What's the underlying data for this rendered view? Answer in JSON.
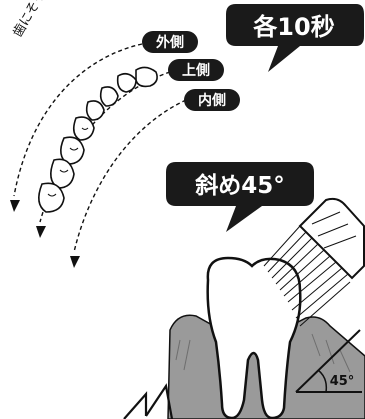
{
  "labels": {
    "outer": "外側",
    "upper": "上側",
    "inner": "内側"
  },
  "callouts": {
    "each_10_sec": "各10秒",
    "tilt_45": "斜め45°"
  },
  "angle_marker": "45°",
  "handwriting": "歯にそってみがく",
  "colors": {
    "pill": "#1a1a1a",
    "ink": "#111111",
    "paper": "#ffffff"
  }
}
